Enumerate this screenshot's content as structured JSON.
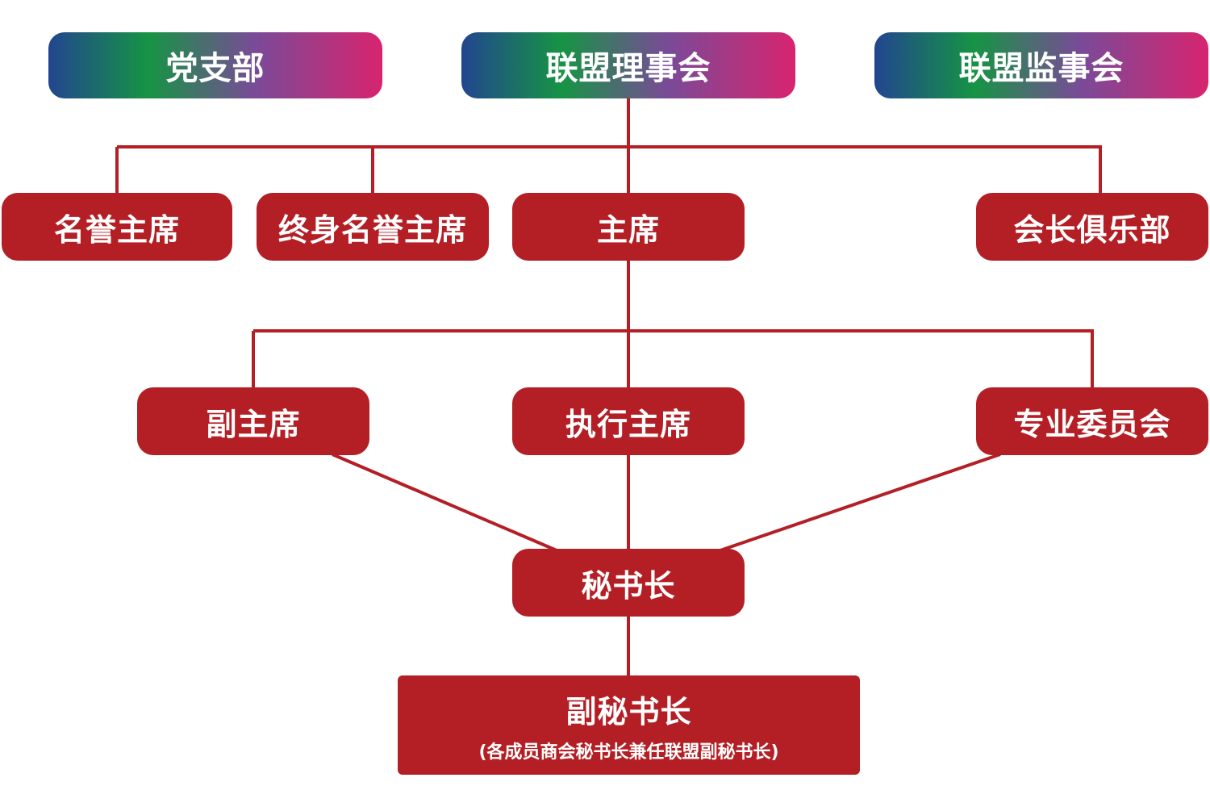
{
  "diagram": {
    "title_nodes": {
      "party_branch": "党支部",
      "alliance_board": "联盟理事会",
      "alliance_supervisory_board": "联盟监事会"
    },
    "level_1": {
      "honorary_chairman": "名誉主席",
      "lifetime_honorary_chairman": "终身名誉主席",
      "chairman": "主席",
      "presidents_club": "会长俱乐部"
    },
    "level_2": {
      "vice_chairman": "副主席",
      "executive_chairman": "执行主席",
      "professional_committee": "专业委员会"
    },
    "level_3": {
      "secretary_general": "秘书长"
    },
    "level_4": {
      "deputy_secretary_general": "副秘书长",
      "deputy_note": "(各成员商会秘书长兼任联盟副秘书长)"
    },
    "edges": [
      [
        "alliance_board",
        "honorary_chairman"
      ],
      [
        "alliance_board",
        "lifetime_honorary_chairman"
      ],
      [
        "alliance_board",
        "chairman"
      ],
      [
        "alliance_board",
        "presidents_club"
      ],
      [
        "chairman",
        "vice_chairman"
      ],
      [
        "chairman",
        "executive_chairman"
      ],
      [
        "chairman",
        "professional_committee"
      ],
      [
        "vice_chairman",
        "secretary_general"
      ],
      [
        "executive_chairman",
        "secretary_general"
      ],
      [
        "professional_committee",
        "secretary_general"
      ],
      [
        "secretary_general",
        "deputy_secretary_general"
      ]
    ],
    "colors": {
      "box_red": "#b31f25",
      "line_red": "#b31f25",
      "gradient_stops": [
        "#22458f",
        "#169444",
        "#7a4a98",
        "#d8246f"
      ],
      "text": "#ffffff"
    }
  }
}
